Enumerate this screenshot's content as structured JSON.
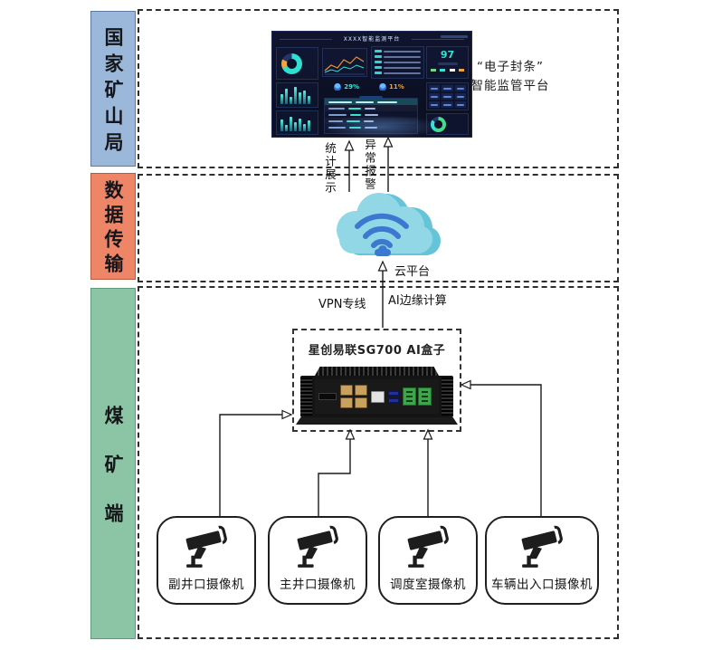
{
  "lanes": {
    "gov": {
      "label": "国家矿山局"
    },
    "data": {
      "label": "数据传输"
    },
    "mine": {
      "label": "煤矿端"
    }
  },
  "platform": {
    "caption_line1": "“电子封条”",
    "caption_line2": "智能监管平台",
    "dashboard": {
      "title": "XXXX智能监测平台",
      "big_number": "97",
      "stat1": "29%",
      "stat2": "11%"
    }
  },
  "flows": {
    "stats_display": "统计展示",
    "abnormal_alarm": "异常报警",
    "cloud_platform": "云平台",
    "vpn_line": "VPN专线",
    "ai_edge": "AI边缘计算"
  },
  "ai_box": {
    "label": "星创易联SG700 AI盒子"
  },
  "cameras": [
    {
      "label": "副井口摄像机"
    },
    {
      "label": "主井口摄像机"
    },
    {
      "label": "调度室摄像机"
    },
    {
      "label": "车辆出入口摄像机"
    }
  ],
  "colors": {
    "gov_bar": "#9bb7d9",
    "data_bar": "#ee8567",
    "mine_bar": "#8cc5a5",
    "cloud": "#92d7e6",
    "wifi": "#3c78cf",
    "dashboard_bg": "#0d1126",
    "dashboard_accent": "#35e3d3",
    "alert_accent": "#f0a43c"
  }
}
